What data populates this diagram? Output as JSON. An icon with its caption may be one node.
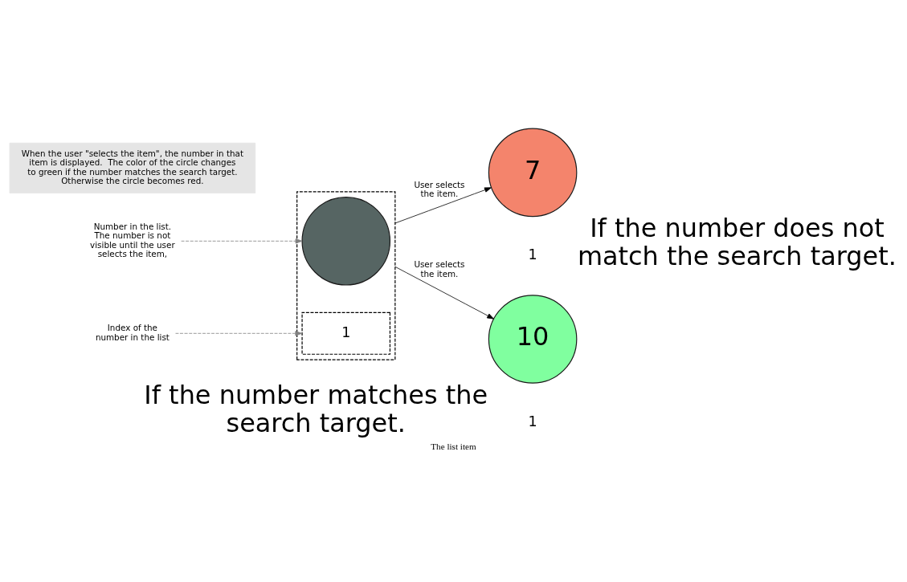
{
  "diagram": {
    "caption": "The list item",
    "nodes": [
      {
        "text": [],
        "shape": "box"
      },
      {
        "text": [],
        "shape": "circle",
        "in": 0
      },
      {
        "text": [
          "1"
        ],
        "in": 0
      },
      {
        "text": [
          "Number in the list. The number is not visible until the user selects the item,"
        ]
      },
      {
        "text": [
          "Index of the number in the list"
        ]
      },
      {
        "text": [
          "7"
        ],
        "beside": [
          "If the number does not match the search target.",
          "1"
        ]
      },
      {
        "text": [
          "When the user \"selects the item\", the number in that item is displayed.  The color of the circle changes to green if the number matches the search target.  Otherwise the circle becomes red."
        ]
      },
      {
        "text": [
          "10"
        ],
        "beside": [
          "If the number matches the search target.",
          "1"
        ]
      }
    ],
    "edges": [
      {
        "from": 3,
        "to": 1,
        "arrow": "to",
        "style": "dashed",
        "color": "#808080"
      },
      {
        "from": 4,
        "to": 2,
        "arrow": "to",
        "style": "dashed",
        "color": "#808080"
      },
      {
        "from": 0,
        "to": 5,
        "arrow": "to",
        "label": "User selects the item.",
        "color": "#000000"
      },
      {
        "from": 0,
        "to": 7,
        "arrow": "to",
        "label": "User selects the item.",
        "color": "#000000"
      }
    ]
  }
}
